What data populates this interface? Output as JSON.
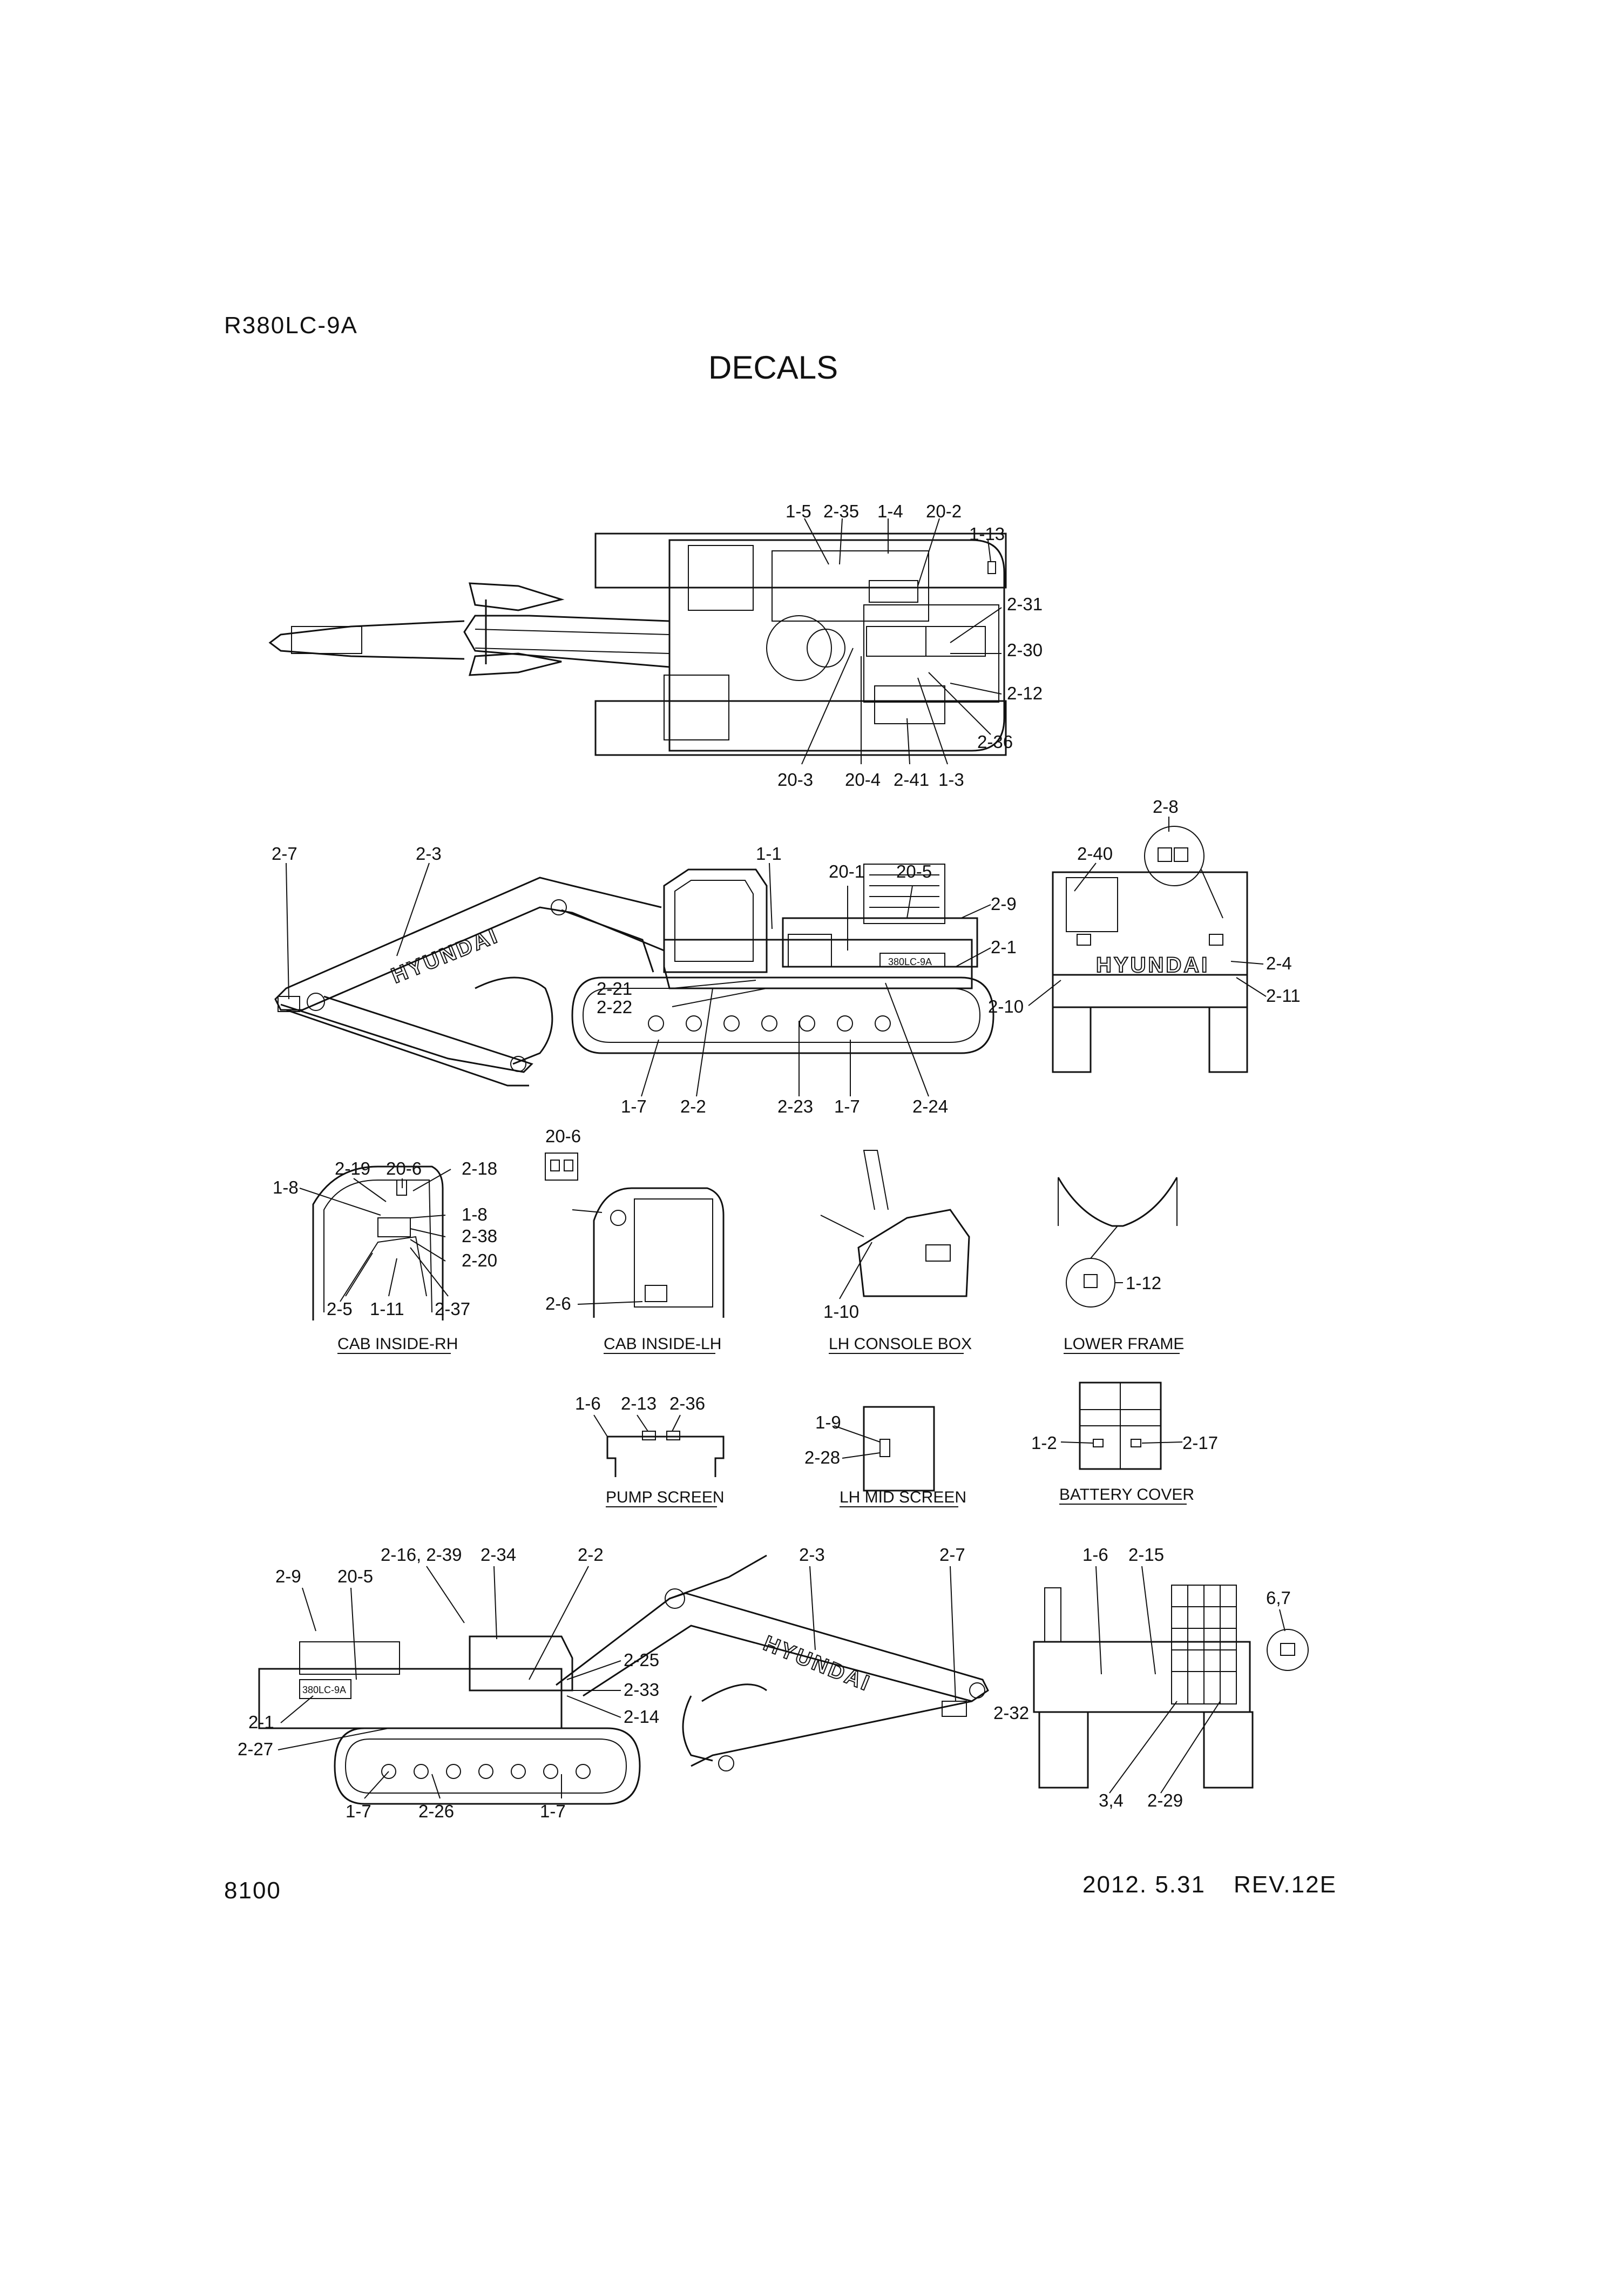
{
  "header": {
    "model": "R380LC-9A",
    "title": "DECALS",
    "page_number": "8100",
    "date": "2012. 5.31",
    "revision": "REV.12E"
  },
  "brand_text": "HYUNDAI",
  "model_plate_text": "380LC-9A",
  "sections": {
    "cab_inside_rh": "CAB INSIDE-RH",
    "cab_inside_lh": "CAB INSIDE-LH",
    "lh_console_box": "LH CONSOLE BOX",
    "lower_frame": "LOWER FRAME",
    "pump_screen": "PUMP SCREEN",
    "lh_mid_screen": "LH MID SCREEN",
    "battery_cover": "BATTERY COVER"
  },
  "callouts": {
    "top_view": [
      "1-5",
      "2-35",
      "1-4",
      "20-2",
      "1-13",
      "2-31",
      "2-30",
      "2-12",
      "2-36",
      "20-3",
      "20-4",
      "2-41",
      "1-3"
    ],
    "side_left": [
      "2-7",
      "2-3",
      "1-1",
      "20-1",
      "20-5",
      "2-9",
      "2-1",
      "2-21",
      "2-22",
      "1-7",
      "2-2",
      "2-23",
      "1-7",
      "2-24"
    ],
    "rear_view": [
      "2-8",
      "2-40",
      "2-4",
      "2-11",
      "2-10"
    ],
    "cab_rh": [
      "2-19",
      "20-6",
      "2-18",
      "1-8",
      "1-8",
      "2-38",
      "2-20",
      "2-5",
      "1-11",
      "2-37"
    ],
    "cab_lh": [
      "20-6",
      "2-6"
    ],
    "console": [
      "1-10"
    ],
    "lower_frame": [
      "1-12"
    ],
    "pump_screen": [
      "1-6",
      "2-13",
      "2-36"
    ],
    "lh_mid_screen": [
      "1-9",
      "2-28"
    ],
    "battery_cover": [
      "1-2",
      "2-17"
    ],
    "side_right": [
      "2-9",
      "20-5",
      "2-16, 2-39",
      "2-34",
      "2-2",
      "2-3",
      "2-7",
      "2-25",
      "2-33",
      "2-14",
      "2-1",
      "2-27",
      "1-7",
      "2-26",
      "1-7"
    ],
    "front_view": [
      "1-6",
      "2-15",
      "6,7",
      "2-32",
      "3,4",
      "2-29"
    ]
  }
}
